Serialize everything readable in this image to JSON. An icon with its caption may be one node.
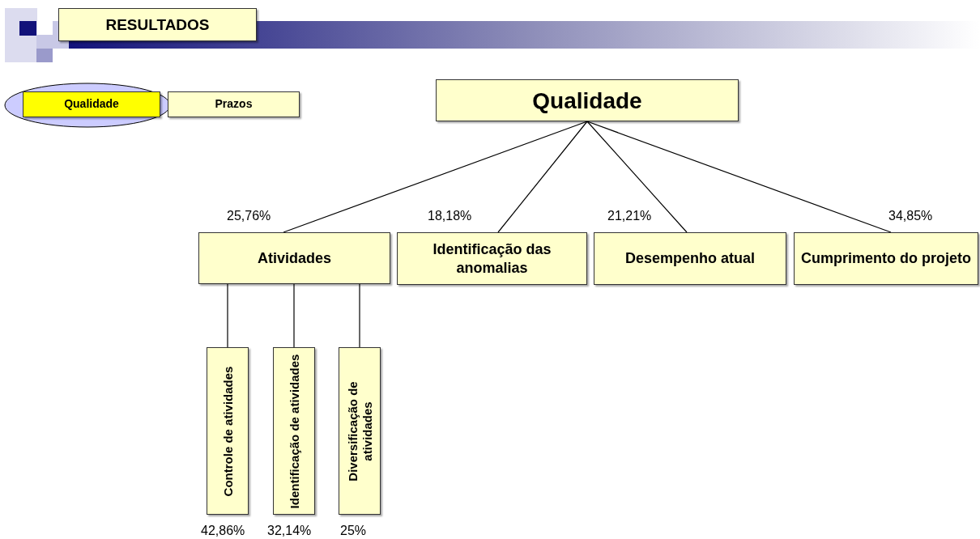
{
  "diagram": {
    "nodes": [
      {
        "text": [
          "RESULTADOS"
        ]
      },
      {
        "text": [
          "Qualidade"
        ]
      },
      {
        "text": [
          "Prazos"
        ]
      },
      {
        "text": [
          "Qualidade"
        ]
      },
      {
        "text": [
          "Atividades"
        ],
        "beside": [
          "25,76%"
        ]
      },
      {
        "text": [
          "Identificação das anomalias"
        ],
        "beside": [
          "18,18%"
        ]
      },
      {
        "text": [
          "Desempenho atual"
        ],
        "beside": [
          "21,21%"
        ]
      },
      {
        "text": [
          "Cumprimento do projeto"
        ],
        "beside": [
          "34,85%"
        ]
      },
      {
        "text": [
          "Controle de atividades"
        ],
        "beside": [
          "42,86%"
        ]
      },
      {
        "text": [
          "Identificação de atividades"
        ],
        "beside": [
          "32,14%"
        ]
      },
      {
        "text": [
          "Diversificação de atividades"
        ],
        "beside": [
          "25%"
        ]
      }
    ],
    "edges": [
      {
        "from": 3,
        "to": 4,
        "arrow": "none"
      },
      {
        "from": 3,
        "to": 5,
        "arrow": "none"
      },
      {
        "from": 3,
        "to": 6,
        "arrow": "none"
      },
      {
        "from": 3,
        "to": 7,
        "arrow": "none"
      },
      {
        "from": 4,
        "to": 8,
        "arrow": "none"
      },
      {
        "from": 4,
        "to": 9,
        "arrow": "none"
      },
      {
        "from": 4,
        "to": 10,
        "arrow": "none"
      }
    ]
  }
}
